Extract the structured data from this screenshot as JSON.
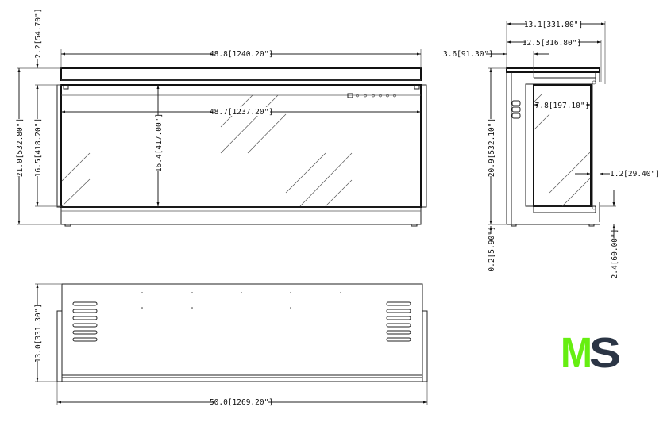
{
  "front_view": {
    "overall_width": "48.8[1240.20\"]",
    "glass_width": "48.7[1237.20\"]",
    "top_band_height": "2.2[54.70\"]",
    "overall_height": "21.0[532.80\"]",
    "frame_height": "16.5[418.20\"]",
    "glass_height": "16.4[417.00\"]"
  },
  "side_view": {
    "top_depth": "13.1[331.80\"]",
    "body_depth": "12.5[316.80\"]",
    "recess": "3.6[91.30\"]",
    "insert_depth": "7.8[197.10\"]",
    "overall_height": "20.9[532.10\"]",
    "front_lip": "1.2[29.40\"]",
    "foot_height": "0.2[5.90\"]",
    "base_height": "2.4[60.00\"]"
  },
  "bottom_view": {
    "depth": "13.0[331.30\"]",
    "width": "50.0[1269.20\"]"
  },
  "logo": {
    "text_m": "M",
    "text_s": "S",
    "color_m": "#66ee11",
    "color_s": "#2b3545"
  }
}
